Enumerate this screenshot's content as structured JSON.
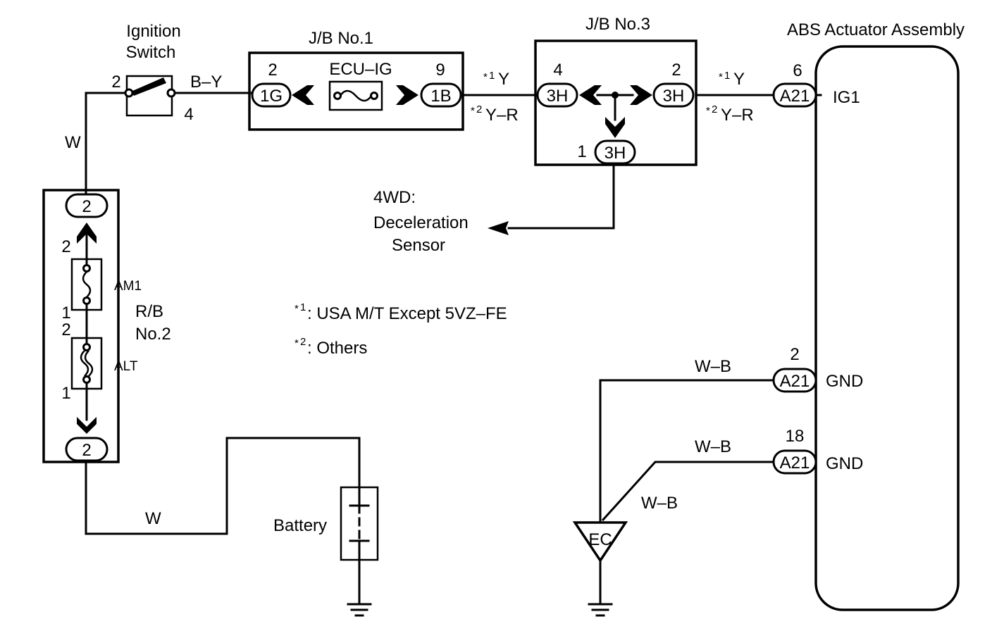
{
  "components": {
    "ignition_switch": {
      "line1": "Ignition",
      "line2": "Switch",
      "pin_in": "2",
      "pin_out": "4"
    },
    "jb1": {
      "title": "J/B No.1",
      "fuse": "ECU–IG",
      "left_pin": "2",
      "left_conn": "1G",
      "right_pin": "9",
      "right_conn": "1B"
    },
    "jb3": {
      "title": "J/B No.3",
      "left_pin": "4",
      "left_conn": "3H",
      "right_pin": "2",
      "right_conn": "3H",
      "bottom_pin": "1",
      "bottom_conn": "3H"
    },
    "abs": {
      "title": "ABS Actuator Assembly",
      "ig1_pin": "6",
      "ig1_conn": "A21",
      "ig1_label": "IG1",
      "gnd1_pin": "2",
      "gnd1_conn": "A21",
      "gnd1_label": "GND",
      "gnd2_pin": "18",
      "gnd2_conn": "A21",
      "gnd2_label": "GND"
    },
    "rb2": {
      "line1": "R/B",
      "line2": "No.2",
      "top_conn": "2",
      "bottom_conn": "2",
      "am1": "AM1",
      "alt": "ALT",
      "am1_top_pin": "2",
      "am1_bottom_pin": "1",
      "alt_top_pin": "2",
      "alt_bottom_pin": "1"
    },
    "battery": "Battery",
    "ground_point": "EC",
    "decel_sensor": {
      "line1": "4WD:",
      "line2": "Deceleration",
      "line3": "Sensor"
    }
  },
  "wires": {
    "w_upper": "W",
    "w_lower": "W",
    "b_y": "B–Y",
    "y": "Y",
    "y_r": "Y–R",
    "y2": "Y",
    "y_r2": "Y–R",
    "wb1": "W–B",
    "wb2": "W–B",
    "wb3": "W–B"
  },
  "notes": {
    "star": "*",
    "n1": "1",
    "n2": "2",
    "note1": ": USA M/T Except 5VZ–FE",
    "note2": ": Others"
  }
}
